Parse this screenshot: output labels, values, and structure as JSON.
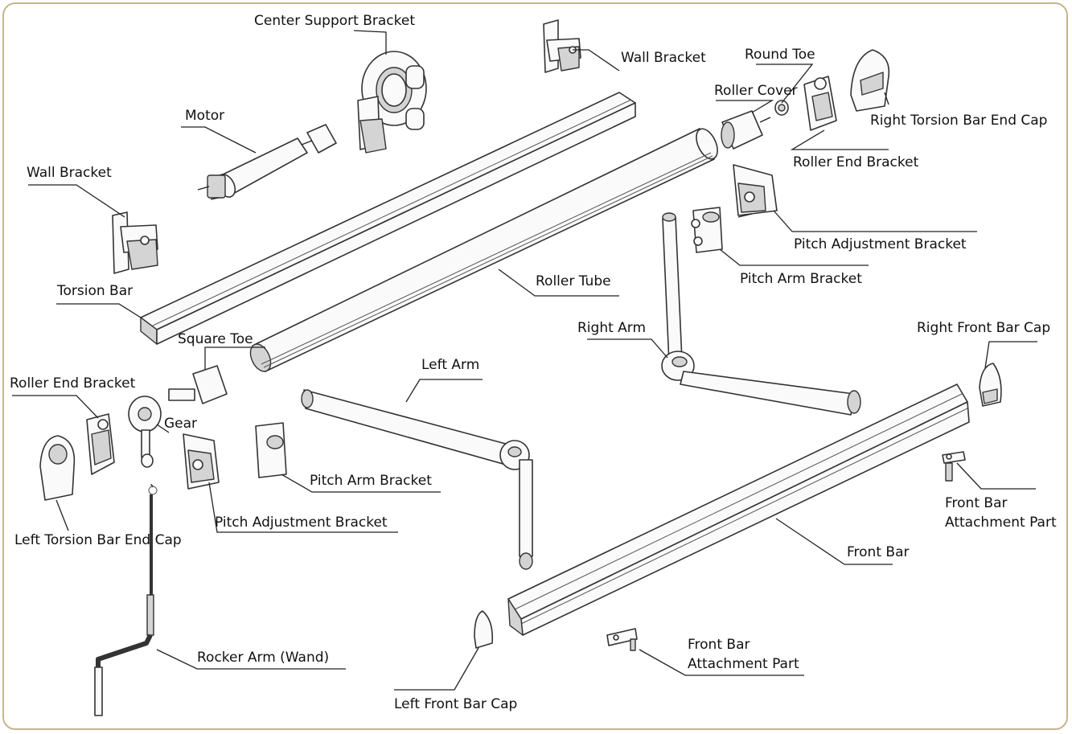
{
  "colors": {
    "frame": "#c8b48c",
    "line": "#222222",
    "part_fill": "#fafafa",
    "shade": "#d4d4d4"
  },
  "labels": {
    "center_support_bracket": "Center Support Bracket",
    "wall_bracket_top": "Wall Bracket",
    "round_toe": "Round Toe",
    "roller_cover": "Roller Cover",
    "right_torsion_bar_end_cap": "Right Torsion Bar End Cap",
    "motor": "Motor",
    "roller_end_bracket_right": "Roller End Bracket",
    "wall_bracket_left": "Wall Bracket",
    "pitch_adjustment_bracket_right": "Pitch Adjustment Bracket",
    "roller_tube": "Roller Tube",
    "torsion_bar": "Torsion Bar",
    "pitch_arm_bracket_right": "Pitch Arm Bracket",
    "right_arm": "Right Arm",
    "right_front_bar_cap": "Right Front Bar Cap",
    "square_toe": "Square Toe",
    "left_arm": "Left Arm",
    "roller_end_bracket_left": "Roller End Bracket",
    "gear": "Gear",
    "pitch_arm_bracket_left": "Pitch Arm Bracket",
    "front_bar_attachment_part_right_1": "Front Bar",
    "front_bar_attachment_part_right_2": "Attachment Part",
    "pitch_adjustment_bracket_left": "Pitch Adjustment Bracket",
    "left_torsion_bar_end_cap": "Left Torsion Bar End Cap",
    "front_bar": "Front Bar",
    "front_bar_attachment_part_bottom_1": "Front Bar",
    "front_bar_attachment_part_bottom_2": "Attachment Part",
    "rocker_arm": "Rocker Arm (Wand)",
    "left_front_bar_cap": "Left Front Bar Cap"
  }
}
